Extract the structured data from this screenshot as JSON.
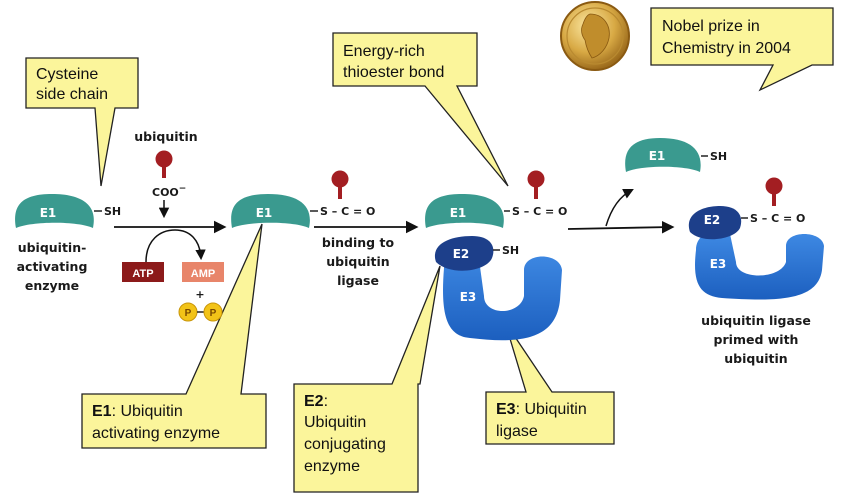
{
  "callouts": {
    "cysteine": [
      "Cysteine",
      "side chain"
    ],
    "thioester": [
      "Energy-rich",
      "thioester bond"
    ],
    "nobel": [
      "Nobel prize in",
      "Chemistry in 2004"
    ],
    "e1": {
      "bold": "E1",
      "rest": ": Ubiquitin",
      "line2": "activating enzyme"
    },
    "e2": {
      "bold": "E2",
      "rest": ":",
      "lines": [
        "Ubiquitin",
        "conjugating",
        "enzyme"
      ]
    },
    "e3": {
      "bold": "E3",
      "rest": ": Ubiquitin",
      "line2": "ligase"
    }
  },
  "diagram": {
    "ubiquitin": "ubiquitin",
    "coo": "COO",
    "coo_charge": "−",
    "sh": "SH",
    "thioester_formula": "S – C = O",
    "e1": "E1",
    "e2": "E2",
    "e3": "E3",
    "atp": "ATP",
    "amp": "AMP",
    "plus": "+",
    "p": "P",
    "e1_desc": [
      "ubiquitin-",
      "activating",
      "enzyme"
    ],
    "binding_desc": [
      "binding to",
      "ubiquitin",
      "ligase"
    ],
    "primed_desc": [
      "ubiquitin ligase",
      "primed with",
      "ubiquitin"
    ]
  },
  "colors": {
    "callout_fill": "#fbf59b",
    "e1_teal": "#3a9a8f",
    "e2_navy": "#1d3f8a",
    "e3_blue": "#2f74d3",
    "atp_red": "#8c1a1a",
    "amp_salmon": "#e8856a",
    "phosphate_yellow": "#f2c318",
    "ubiquitin_red": "#a31e22"
  }
}
